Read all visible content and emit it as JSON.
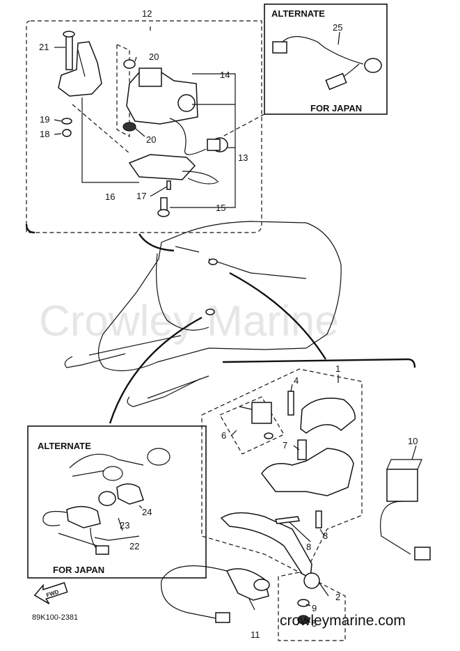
{
  "watermark": "Crowley Marine",
  "site": "crowleymarine.com",
  "drawing_code": "89K100-2381",
  "forward_label": "FWD",
  "alternate_top": {
    "title": "ALTERNATE",
    "subtitle": "FOR JAPAN"
  },
  "alternate_bottom": {
    "title": "ALTERNATE",
    "subtitle": "FOR JAPAN"
  },
  "callouts": {
    "c1": "1",
    "c2": "2",
    "c3": "3",
    "c4": "4",
    "c5": "5",
    "c6": "6",
    "c7": "7",
    "c8": "8",
    "c9": "9",
    "c10": "10",
    "c11": "11",
    "c12": "12",
    "c13": "13",
    "c14": "14",
    "c15": "15",
    "c16": "16",
    "c17": "17",
    "c18": "18",
    "c19": "19",
    "c20a": "20",
    "c20b": "20",
    "c21": "21",
    "c22": "22",
    "c23": "23",
    "c24": "24",
    "c25": "25"
  }
}
